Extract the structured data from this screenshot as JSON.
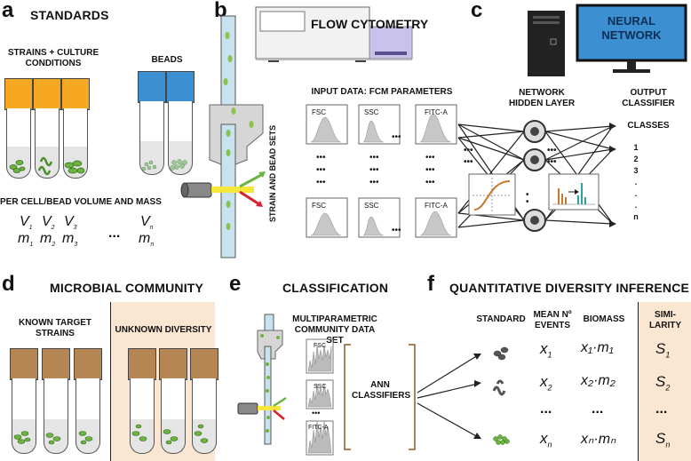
{
  "panels": {
    "a": {
      "label": "a",
      "title": "STANDARDS",
      "strains_label": "STRAINS + CULTURE CONDITIONS",
      "beads_label": "BEADS",
      "volume_label": "PER CELL/BEAD VOLUME AND MASS",
      "v": [
        "V",
        "V",
        "V",
        "V"
      ],
      "v_sub": [
        "1",
        "2",
        "3",
        "n"
      ],
      "m": [
        "m",
        "m",
        "m",
        "m"
      ],
      "m_sub": [
        "1",
        "2",
        "3",
        "n"
      ],
      "ellipsis": "..."
    },
    "b": {
      "label": "b",
      "instrument": "FLOW CYTOMETRY",
      "input_title": "INPUT DATA: FCM PARAMETERS",
      "side_label": "STRAIN AND BEAD SETS",
      "params": [
        "FSC",
        "SSC",
        "FITC-A"
      ],
      "dots": "•••"
    },
    "c": {
      "label": "c",
      "nn_title": "NEURAL NETWORK",
      "hidden_label": "NETWORK HIDDEN LAYER",
      "output_label": "OUTPUT CLASSIFIER",
      "classes_label": "CLASSES",
      "classes": [
        "1",
        "2",
        "3",
        ".",
        ".",
        ".",
        "n"
      ]
    },
    "d": {
      "label": "d",
      "title": "MICROBIAL COMMUNITY",
      "known_label": "KNOWN TARGET STRAINS",
      "unknown_label": "UNKNOWN DIVERSITY"
    },
    "e": {
      "label": "e",
      "title": "CLASSIFICATION",
      "dataset_label": "MULTIPARAMETRIC COMMUNITY DATA SET",
      "params": [
        "FSC",
        "SSC",
        "FITC-A"
      ],
      "dots": "•••",
      "ann_label": "ANN CLASSIFIERS"
    },
    "f": {
      "label": "f",
      "title": "QUANTITATIVE DIVERSITY INFERENCE",
      "columns": [
        "STANDARD",
        "MEAN Nº EVENTS",
        "BIOMASS",
        "SIMI-LARITY"
      ],
      "x": [
        "x",
        "x",
        "...",
        "x"
      ],
      "x_sub": [
        "1",
        "2",
        "",
        "n"
      ],
      "biomass": [
        "x₁·m₁",
        "x₂·m₂",
        "...",
        "xₙ·mₙ"
      ],
      "similarity": [
        "S",
        "S",
        "...",
        "S"
      ],
      "s_sub": [
        "1",
        "2",
        "",
        "n"
      ]
    }
  },
  "colors": {
    "orange": "#f6a823",
    "blue": "#3c8fd0",
    "brown": "#b58654",
    "green": "#6db33f",
    "peach": "#fbe6d2",
    "yellow": "#f6e73a",
    "red": "#d8202c",
    "purple": "#c9c3ec"
  }
}
